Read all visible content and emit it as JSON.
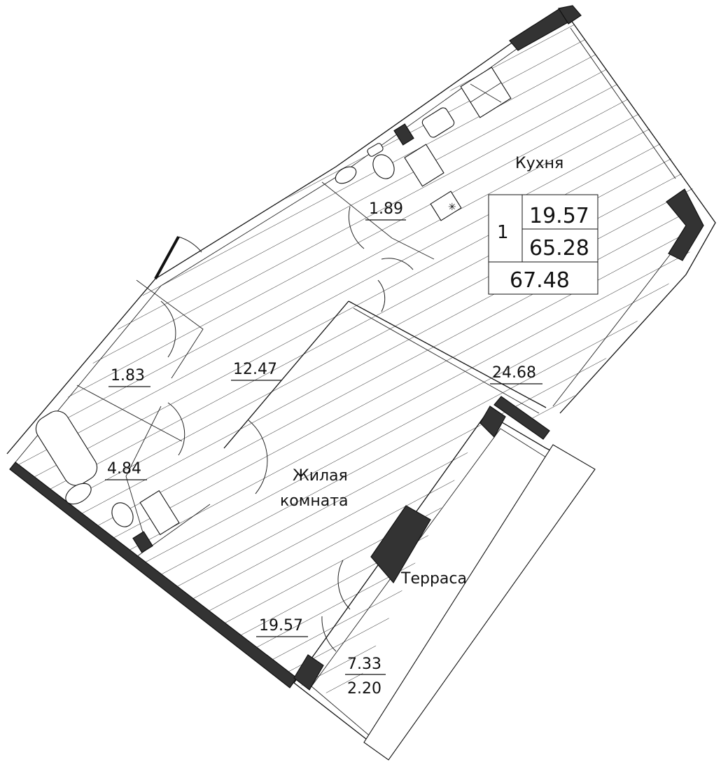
{
  "rooms": {
    "kitchen": {
      "name": "Кухня"
    },
    "living": {
      "name_line1": "Жилая",
      "name_line2": "комната"
    },
    "terrace": {
      "name": "Терраса"
    }
  },
  "areas": {
    "bath_top": "1.89",
    "hall_small": "1.83",
    "corridor": "12.47",
    "kitchen": "24.68",
    "bathroom": "4.84",
    "living": "19.57",
    "terrace_total": "7.33",
    "terrace_reduced": "2.20"
  },
  "summary": {
    "rooms_count": "1",
    "living_area": "19.57",
    "total_area": "65.28",
    "total_with_terrace": "67.48"
  },
  "colors": {
    "line": "#111111",
    "background": "#ffffff"
  }
}
